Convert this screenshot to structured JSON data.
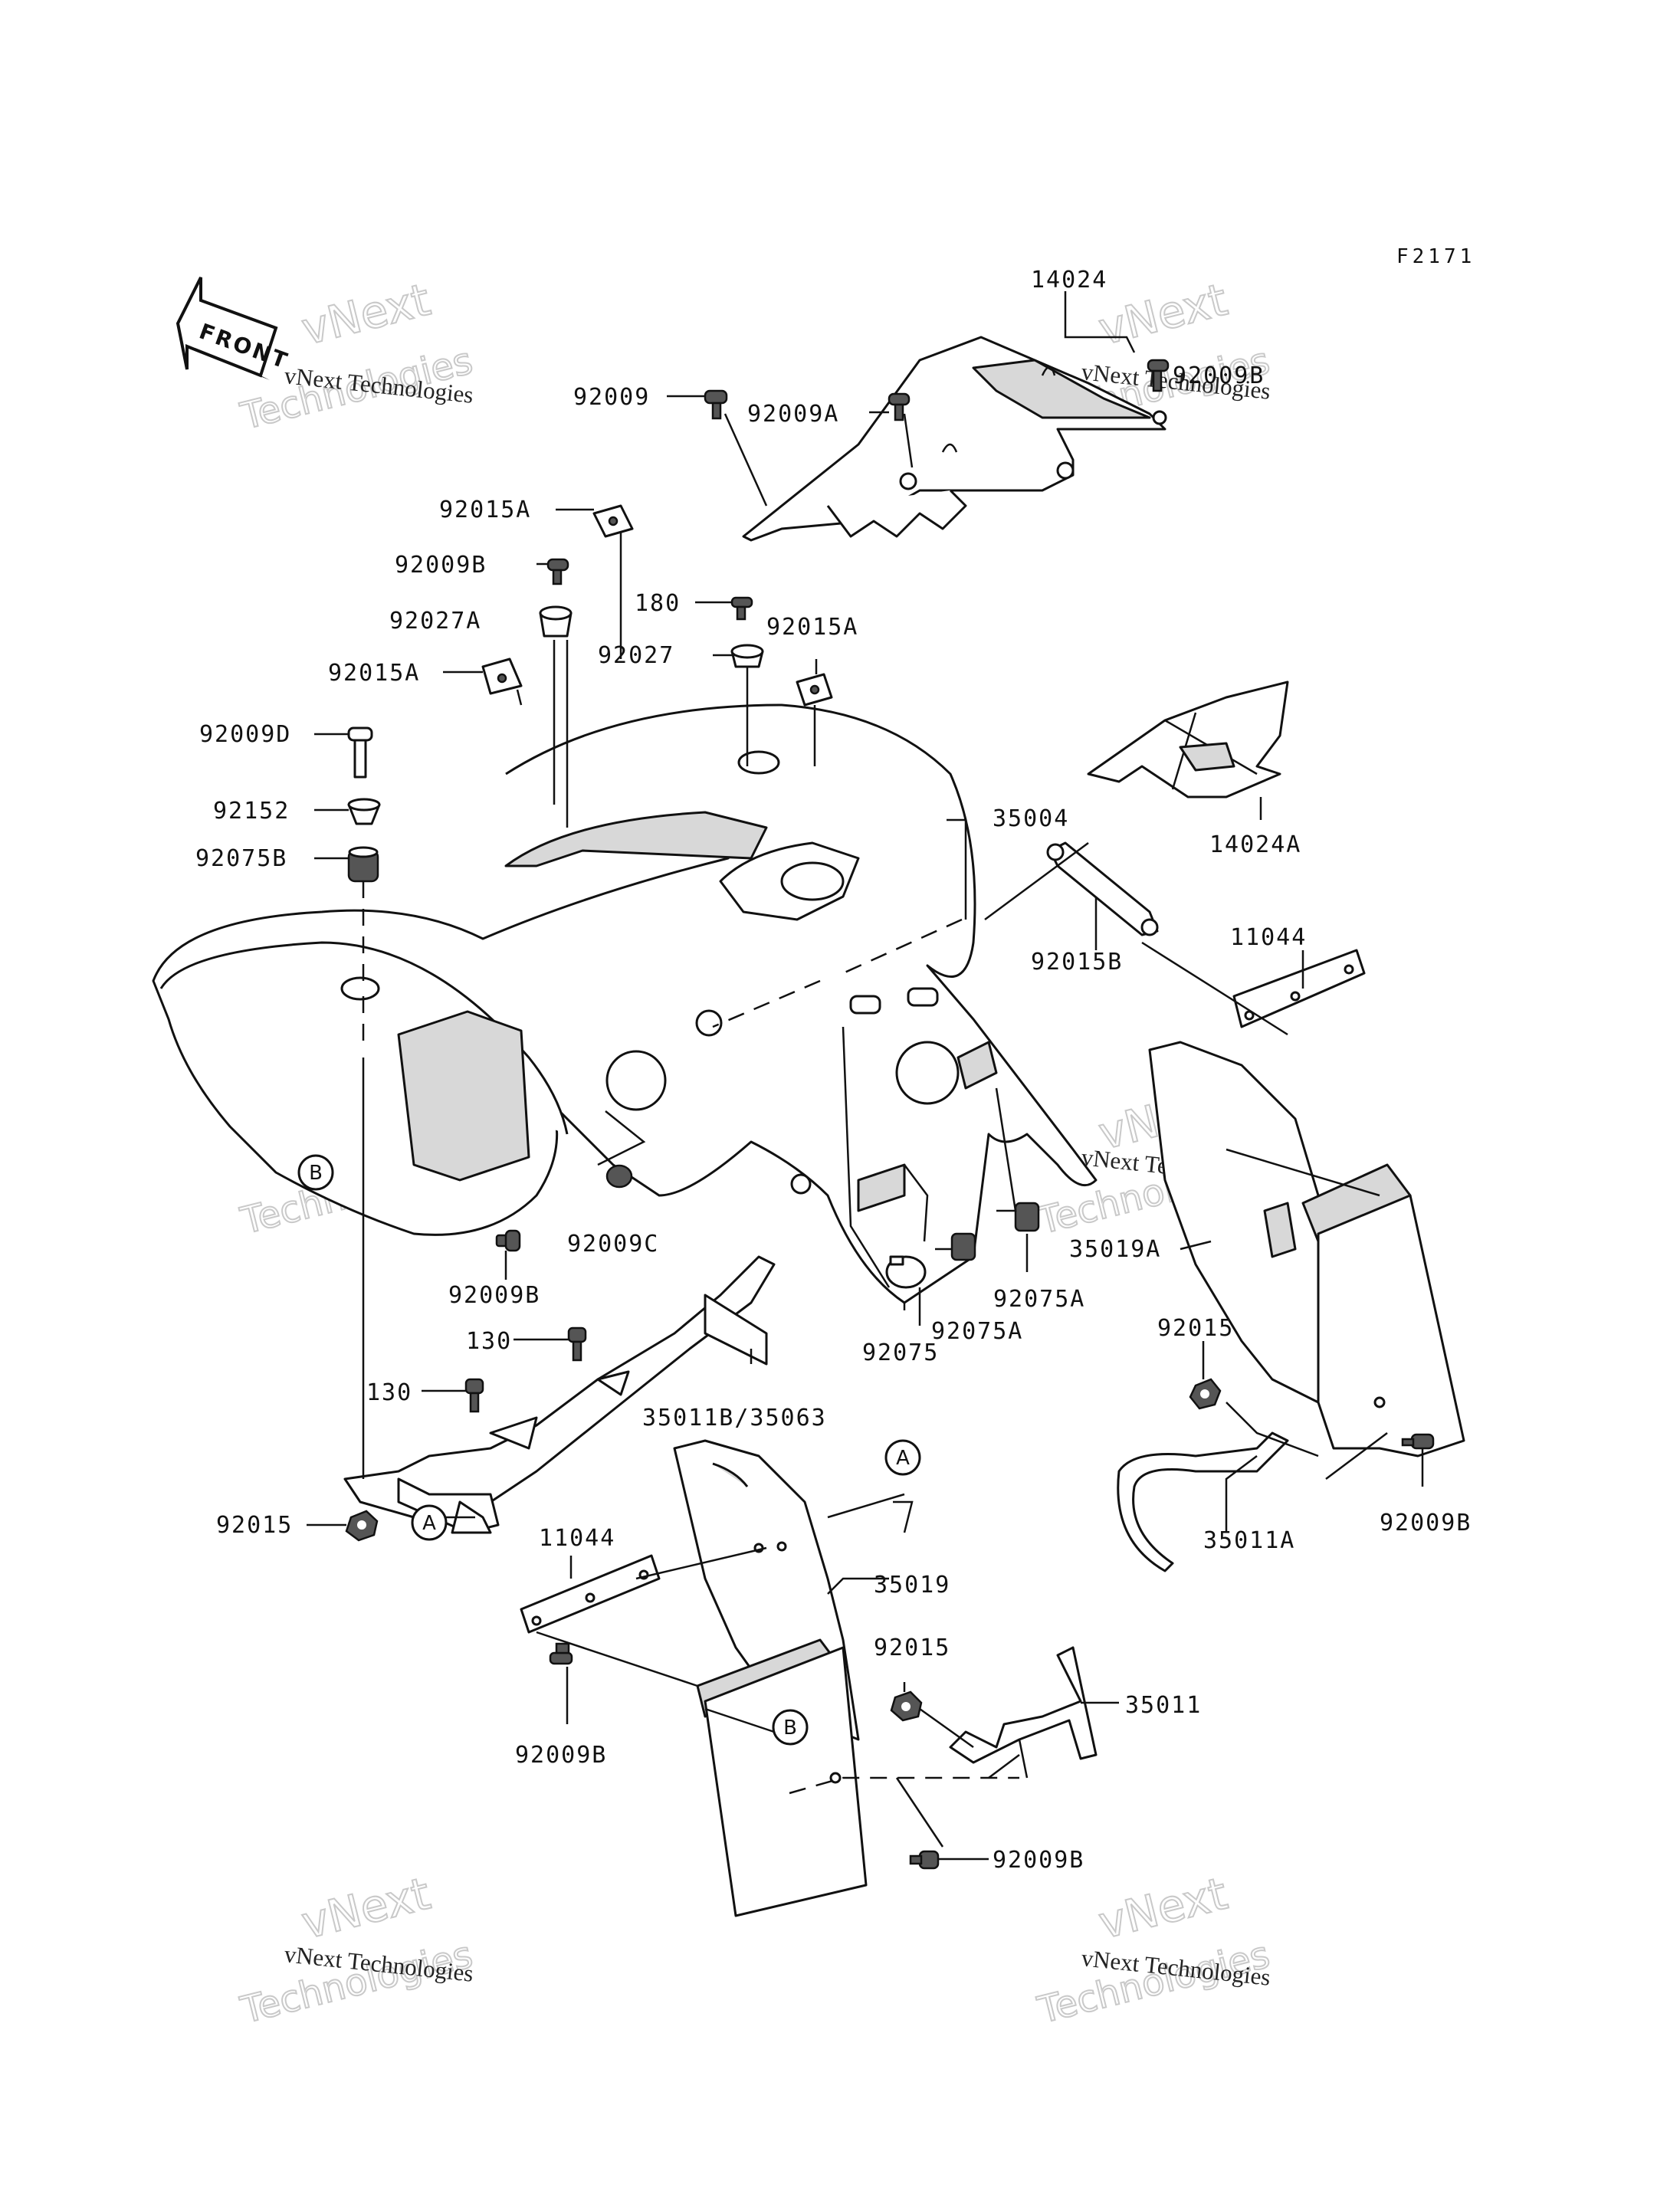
{
  "diagram_code": "F2171",
  "front_label": "FRONT",
  "watermark": {
    "line1": "vNext Technologies",
    "line2": "vNext",
    "line3": "Technologies"
  },
  "callout_markers": {
    "a": "A",
    "b": "B"
  },
  "labels": {
    "p14024": "14024",
    "p92009_top": "92009",
    "p92009A": "92009A",
    "p92009B_top": "92009B",
    "p92015A_1": "92015A",
    "p92009B_2": "92009B",
    "p180": "180",
    "p92027A": "92027A",
    "p92027": "92027",
    "p92015A_2": "92015A",
    "p92015A_3": "92015A",
    "p92009D": "92009D",
    "p92152": "92152",
    "p92075B": "92075B",
    "p35004": "35004",
    "p14024A": "14024A",
    "p92015B": "92015B",
    "p11044_right": "11044",
    "p92009C": "92009C",
    "p92009B_mid": "92009B",
    "p130_1": "130",
    "p130_2": "130",
    "p35011B": "35011B/35063",
    "p92075": "92075",
    "p92075A_1": "92075A",
    "p92075A_2": "92075A",
    "p35019A": "35019A",
    "p92015_right": "92015",
    "p35011A": "35011A",
    "p92009B_right": "92009B",
    "p92015_left": "92015",
    "p11044_left": "11044",
    "p35019": "35019",
    "p92015_bottom": "92015",
    "p35011": "35011",
    "p92009B_bl": "92009B",
    "p92009B_br": "92009B"
  }
}
